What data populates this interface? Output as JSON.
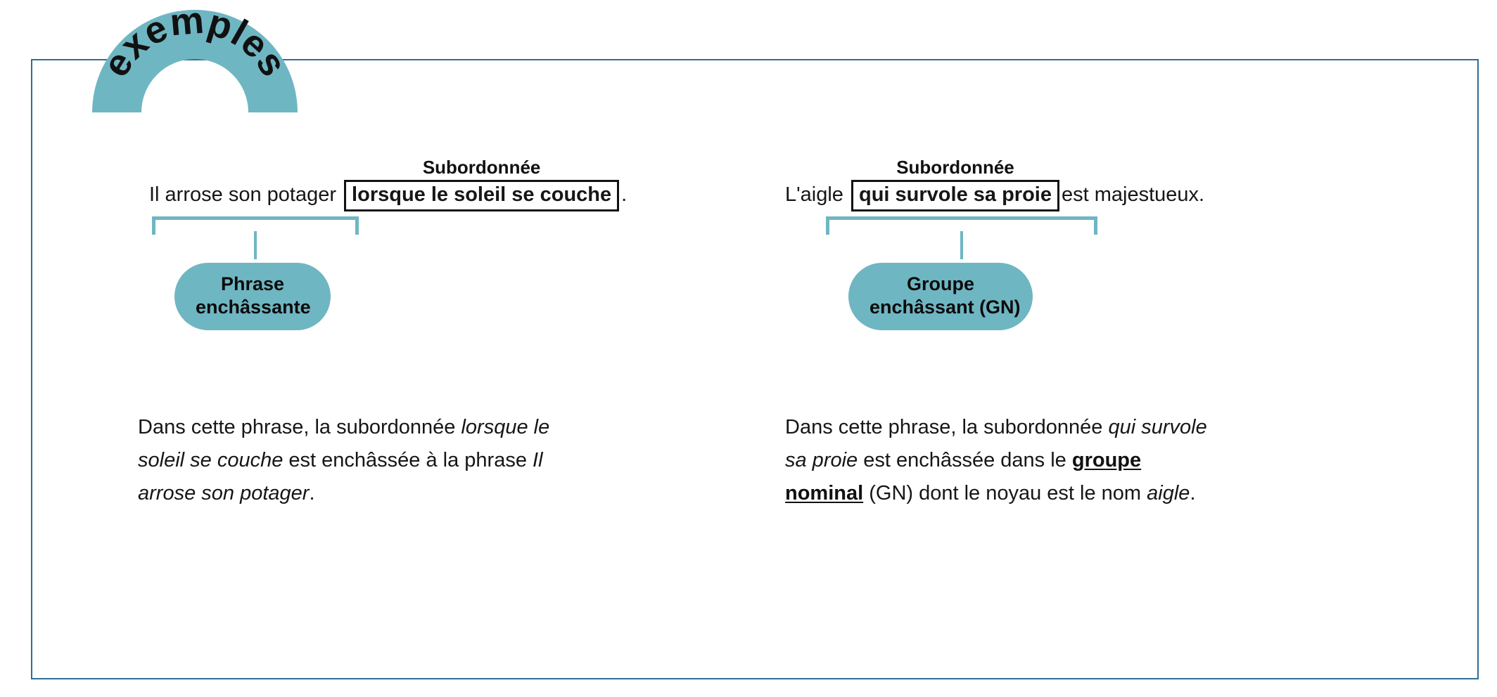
{
  "badge": {
    "label": "exemples",
    "shape": "arc-semicircle",
    "fill_color": "#6fb6c3",
    "text_color": "#111111"
  },
  "card": {
    "border_color": "#2e6d95",
    "background": "#ffffff"
  },
  "theme": {
    "teal": "#6fb6c3",
    "border_blue": "#2e6d95",
    "text_black": "#161616"
  },
  "examples": [
    {
      "subordinate_label": "Subordonnée",
      "sentence_before": "Il arrose son potager",
      "sentence_boxed": "lorsque le soleil se couche",
      "sentence_after": ".",
      "pill_lines": [
        "Phrase",
        "enchâssante"
      ],
      "explanation": {
        "part1": "Dans cette phrase, la subordonnée ",
        "italic1": "lorsque le soleil se couche",
        "part2": " est enchâssée à la phrase ",
        "italic2": "Il arrose son potager",
        "part3": "."
      }
    },
    {
      "subordinate_label": "Subordonnée",
      "sentence_before": "L'aigle",
      "sentence_boxed": "qui survole sa proie",
      "sentence_after": "est majestueux.",
      "pill_lines": [
        "Groupe",
        "enchâssant (GN)"
      ],
      "explanation": {
        "part1": "Dans cette phrase, la subordonnée ",
        "italic1": "qui survole sa proie",
        "part2": " est enchâssée dans le ",
        "link": "groupe nominal",
        "part3": " (GN) dont le noyau est le nom ",
        "italic2": "aigle",
        "part4": "."
      }
    }
  ]
}
